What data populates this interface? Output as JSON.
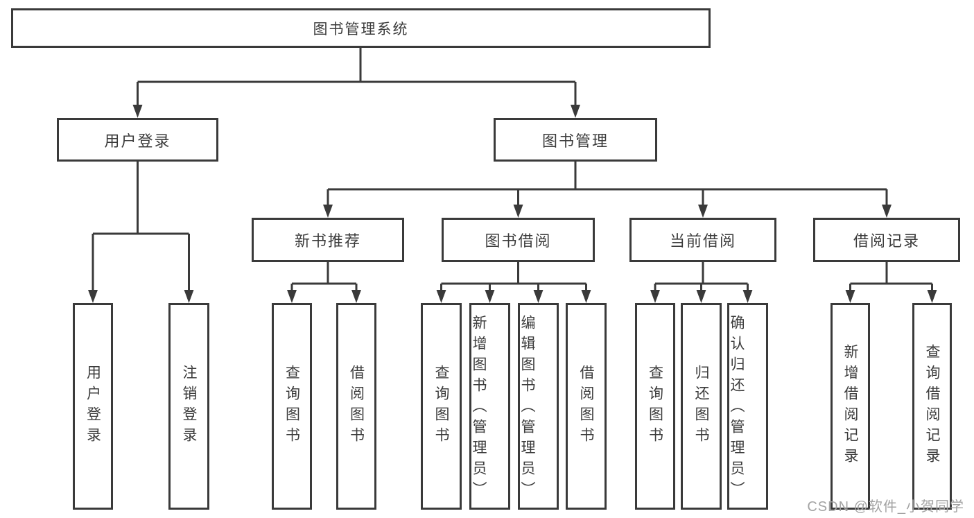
{
  "colors": {
    "line": "#3a3a3a",
    "box_border": "#3a3a3a",
    "box_background": "#ffffff",
    "text": "#3c3c3c",
    "watermark": "#a3a3a3",
    "page_background": "#ffffff"
  },
  "watermark": "CSDN @软件_小贺同学",
  "root": {
    "label": "图书管理系统",
    "children": [
      {
        "label": "用户登录",
        "children": [
          {
            "label": "用户登录"
          },
          {
            "label": "注销登录"
          }
        ]
      },
      {
        "label": "图书管理",
        "children": [
          {
            "label": "新书推荐",
            "children": [
              {
                "label": "查询图书"
              },
              {
                "label": "借阅图书"
              }
            ]
          },
          {
            "label": "图书借阅",
            "children": [
              {
                "label": "查询图书"
              },
              {
                "label": "新增图书（管理员）"
              },
              {
                "label": "编辑图书（管理员）"
              },
              {
                "label": "借阅图书"
              }
            ]
          },
          {
            "label": "当前借阅",
            "children": [
              {
                "label": "查询图书"
              },
              {
                "label": "归还图书"
              },
              {
                "label": "确认归还（管理员）"
              }
            ]
          },
          {
            "label": "借阅记录",
            "children": [
              {
                "label": "新增借阅记录"
              },
              {
                "label": "查询借阅记录"
              }
            ]
          }
        ]
      }
    ]
  }
}
